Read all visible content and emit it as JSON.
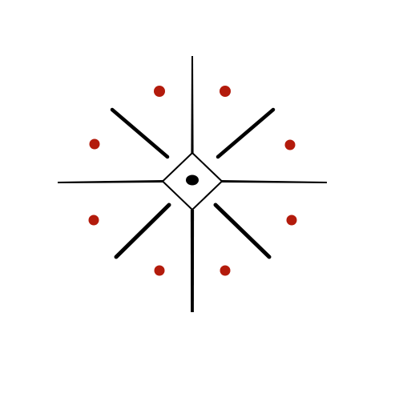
{
  "symbol": {
    "colors": {
      "background": "#ffffff",
      "stroke": "#000000",
      "dot": "#b31b0c"
    },
    "arms": [
      "north",
      "east",
      "south",
      "west"
    ],
    "diagonal_bars": [
      "north-east",
      "south-east",
      "south-west",
      "north-west"
    ],
    "dot_count": 8
  }
}
